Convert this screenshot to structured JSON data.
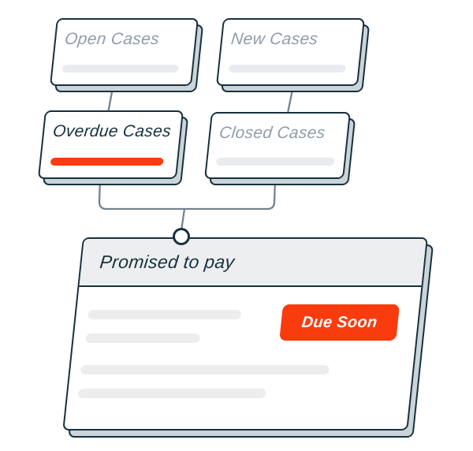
{
  "diagram": {
    "nodes": [
      {
        "label": "Open Cases",
        "state": "muted"
      },
      {
        "label": "New Cases",
        "state": "muted"
      },
      {
        "label": "Overdue Cases",
        "state": "active"
      },
      {
        "label": "Closed Cases",
        "state": "muted"
      }
    ],
    "detail": {
      "title": "Promised to pay",
      "badge_label": "Due Soon"
    },
    "colors": {
      "accent_orange": "#FA3B0D",
      "outline_dark": "#16313E",
      "muted_text": "#909DA9",
      "dark_text": "#16313E",
      "card_depth_fill": "#CBD4D9",
      "detail_header_fill": "#EDEEF0",
      "skeleton_fill": "#E9EBEE",
      "connector_line": "#76828E"
    }
  }
}
